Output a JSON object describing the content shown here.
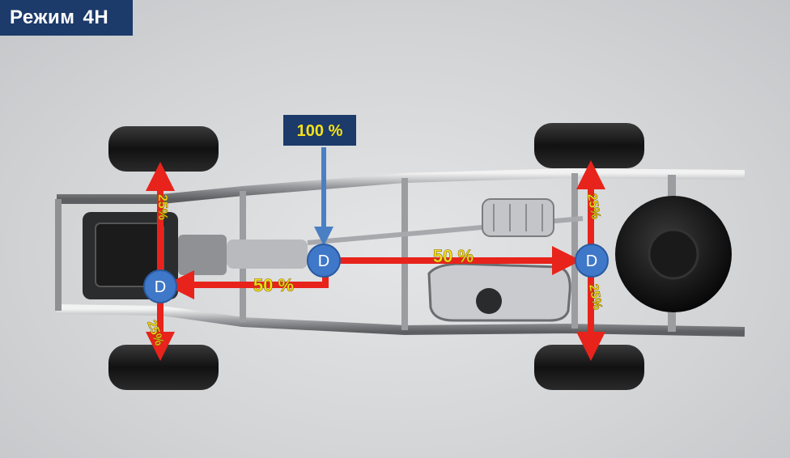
{
  "mode": {
    "label": "Режим",
    "value": "4H"
  },
  "input_torque": "100 %",
  "split": {
    "front_axle": "50 %",
    "rear_axle": "50 %"
  },
  "wheels": {
    "front_left": "25%",
    "front_right": "25%",
    "rear_left": "25%",
    "rear_right": "25%"
  },
  "differential_label": "D",
  "colors": {
    "badge_bg": "#1c3a6a",
    "arrow": "#e8231b",
    "diff_node": "#3f78c8",
    "input_arrow": "#4a7fc4",
    "percent_text": "#f5e21a"
  }
}
